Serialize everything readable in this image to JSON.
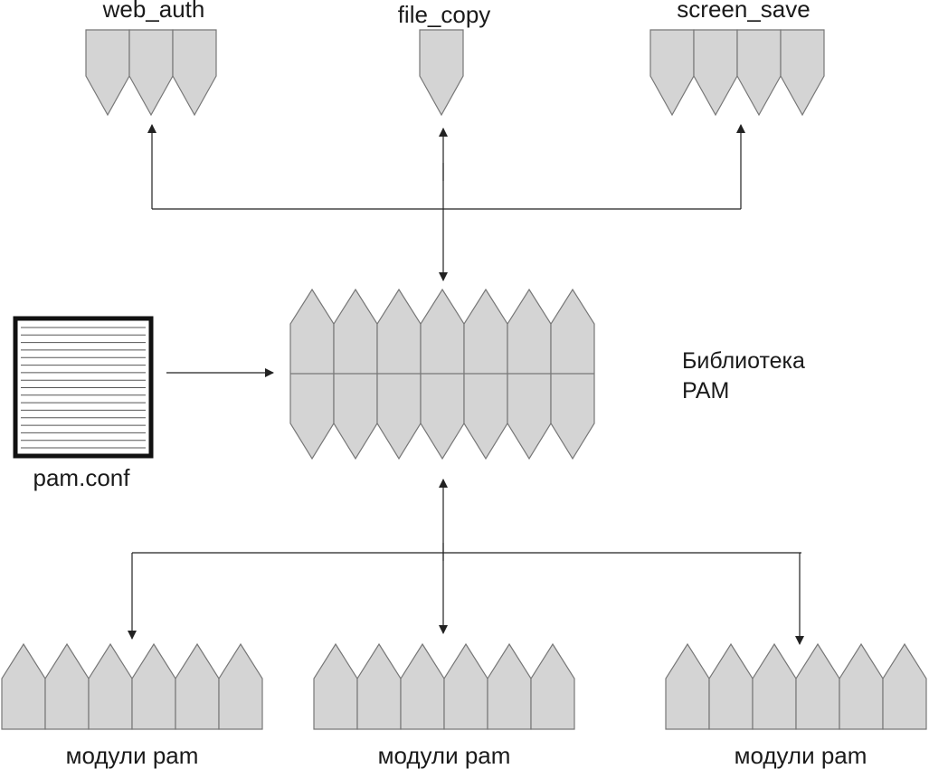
{
  "apps": {
    "web_auth": {
      "label": "web_auth",
      "blocks": 3
    },
    "file_copy": {
      "label": "file_copy",
      "blocks": 1
    },
    "screen_save": {
      "label": "screen_save",
      "blocks": 4
    }
  },
  "library": {
    "label_line1": "Библиотека",
    "label_line2": "PAM",
    "columns": 7
  },
  "config_file": {
    "label": "pam.conf",
    "lines": 17
  },
  "modules": {
    "left": {
      "label": "модули pam",
      "blocks": 6
    },
    "center": {
      "label": "модули pam",
      "blocks": 6
    },
    "right": {
      "label": "модули pam",
      "blocks": 6
    }
  },
  "colors": {
    "fill": "#d4d4d4",
    "stroke": "#777777",
    "line": "#222222",
    "text": "#1a1a1a",
    "background": "#ffffff"
  }
}
